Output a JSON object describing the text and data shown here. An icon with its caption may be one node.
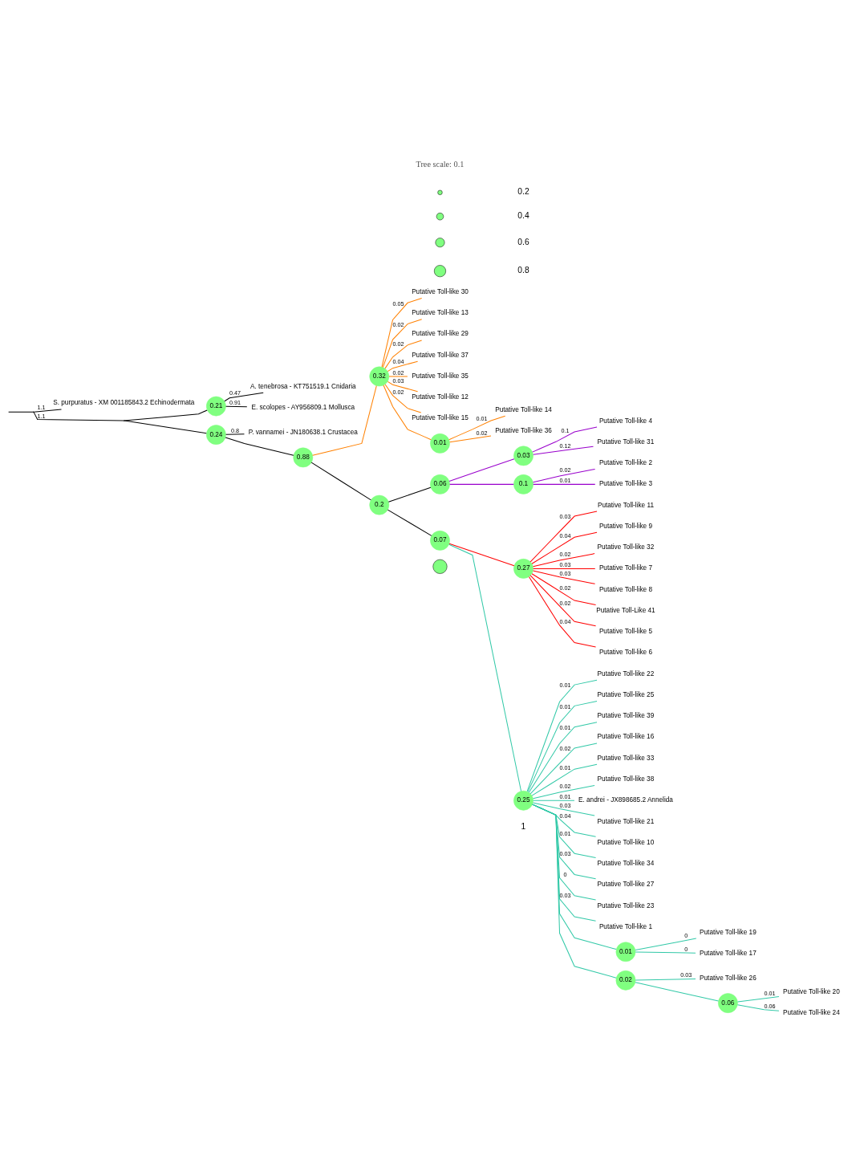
{
  "diagram": {
    "nodes": [
      {
        "text": [],
        "shape": "point"
      },
      {
        "text": [
          "S. purpuratus - XM 001185843.2 Echinodermata"
        ]
      },
      {
        "text": [],
        "shape": "point"
      },
      {
        "text": [
          "0.21"
        ]
      },
      {
        "text": [
          "A. tenebrosa - KT751519.1 Cnidaria"
        ]
      },
      {
        "text": [
          "E. scolopes - AY956809.1 Mollusca"
        ]
      },
      {
        "text": [
          "0.24"
        ]
      },
      {
        "text": [
          "P. vannamei - JN180638.1 Crustacea"
        ]
      },
      {
        "text": [
          "0.88"
        ]
      },
      {
        "text": [
          "0.32"
        ]
      },
      {
        "text": [
          "Putative Toll-like 30"
        ]
      },
      {
        "text": [
          "Putative Toll-like 13"
        ]
      },
      {
        "text": [
          "Putative Toll-like 29"
        ]
      },
      {
        "text": [
          "Putative Toll-like 37"
        ]
      },
      {
        "text": [
          "Putative Toll-like 35"
        ]
      },
      {
        "text": [
          "Putative Toll-like 12"
        ]
      },
      {
        "text": [
          "Putative Toll-like 15"
        ]
      },
      {
        "text": [
          "0.01"
        ]
      },
      {
        "text": [
          "Putative Toll-like 14"
        ]
      },
      {
        "text": [
          "Putative Toll-like 36"
        ]
      },
      {
        "text": [
          "0.2"
        ]
      },
      {
        "text": [
          "0.06"
        ]
      },
      {
        "text": [
          "0.03"
        ]
      },
      {
        "text": [
          "Putative Toll-like 4"
        ]
      },
      {
        "text": [
          "Putative Toll-like 31"
        ]
      },
      {
        "text": [
          "0.1"
        ]
      },
      {
        "text": [
          "Putative Toll-like 2"
        ]
      },
      {
        "text": [
          "Putative Toll-like 3"
        ]
      },
      {
        "text": [
          "0.07"
        ]
      },
      {
        "text": [
          "0.27"
        ]
      },
      {
        "text": [
          "Putative Toll-like 11"
        ]
      },
      {
        "text": [
          "Putative Toll-like 9"
        ]
      },
      {
        "text": [
          "Putative Toll-like 32"
        ]
      },
      {
        "text": [
          "Putative Toll-like 7"
        ]
      },
      {
        "text": [
          "Putative Toll-like 8"
        ]
      },
      {
        "text": [
          "Putative Toll-Like 41"
        ]
      },
      {
        "text": [
          "Putative Toll-like 5"
        ]
      },
      {
        "text": [
          "Putative Toll-like 6"
        ]
      },
      {
        "text": [
          "0.25"
        ]
      },
      {
        "text": [
          "Putative Toll-like 22"
        ]
      },
      {
        "text": [
          "Putative Toll-like 25"
        ]
      },
      {
        "text": [
          "Putative Toll-like 39"
        ]
      },
      {
        "text": [
          "Putative Toll-like 16"
        ]
      },
      {
        "text": [
          "Putative Toll-like 33"
        ]
      },
      {
        "text": [
          "Putative Toll-like 38"
        ]
      },
      {
        "text": [
          "E. andrei - JX898685.2 Annelida"
        ]
      },
      {
        "text": [
          "Putative Toll-like 21"
        ]
      },
      {
        "text": [
          "Putative Toll-like 10"
        ]
      },
      {
        "text": [
          "Putative Toll-like 34"
        ]
      },
      {
        "text": [
          "Putative Toll-like 27"
        ]
      },
      {
        "text": [
          "Putative Toll-like 23"
        ]
      },
      {
        "text": [
          "Putative Toll-like 1"
        ]
      },
      {
        "text": [
          "0.01"
        ]
      },
      {
        "text": [
          "Putative Toll-like 19"
        ]
      },
      {
        "text": [
          "Putative Toll-like 17"
        ]
      },
      {
        "text": [
          "0.02"
        ]
      },
      {
        "text": [
          "Putative Toll-like 26"
        ]
      },
      {
        "text": [
          "0.06"
        ]
      },
      {
        "text": [
          "Putative Toll-like 20"
        ]
      },
      {
        "text": [
          "Putative Toll-like 24"
        ]
      }
    ],
    "edges": [
      {
        "from": null,
        "to": 0,
        "arrow": "none",
        "color": "#000000"
      },
      {
        "from": 0,
        "to": 1,
        "arrow": "none",
        "label": "1.1",
        "color": "#000000"
      },
      {
        "from": 0,
        "to": 2,
        "arrow": "none",
        "label": "1.1",
        "color": "#000000"
      },
      {
        "from": 2,
        "to": 3,
        "arrow": "none",
        "color": "#000000"
      },
      {
        "from": 3,
        "to": 4,
        "arrow": "none",
        "label": "0.47",
        "color": "#000000"
      },
      {
        "from": 3,
        "to": 5,
        "arrow": "none",
        "label": "0.91",
        "color": "#000000"
      },
      {
        "from": 2,
        "to": 6,
        "arrow": "none",
        "color": "#000000"
      },
      {
        "from": 6,
        "to": 7,
        "arrow": "none",
        "label": "0.8",
        "color": "#000000"
      },
      {
        "from": 6,
        "to": 8,
        "arrow": "none",
        "color": "#000000"
      },
      {
        "from": 8,
        "to": 9,
        "arrow": "none",
        "color": "#ff8000"
      },
      {
        "from": 9,
        "to": 10,
        "arrow": "none",
        "label": "0.05",
        "color": "#ff8000"
      },
      {
        "from": 9,
        "to": 11,
        "arrow": "none",
        "label": "0.02",
        "color": "#ff8000"
      },
      {
        "from": 9,
        "to": 12,
        "arrow": "none",
        "label": "0.02",
        "color": "#ff8000"
      },
      {
        "from": 9,
        "to": 13,
        "arrow": "none",
        "label": "0.04",
        "color": "#ff8000"
      },
      {
        "from": 9,
        "to": 14,
        "arrow": "none",
        "label": "0.02",
        "color": "#ff8000"
      },
      {
        "from": 9,
        "to": 15,
        "arrow": "none",
        "label": "0.03",
        "color": "#ff8000"
      },
      {
        "from": 9,
        "to": 16,
        "arrow": "none",
        "label": "0.02",
        "color": "#ff8000"
      },
      {
        "from": 9,
        "to": 17,
        "arrow": "none",
        "color": "#ff8000"
      },
      {
        "from": 17,
        "to": 18,
        "arrow": "none",
        "label": "0.01",
        "color": "#ff8000"
      },
      {
        "from": 17,
        "to": 19,
        "arrow": "none",
        "label": "0.02",
        "color": "#ff8000"
      },
      {
        "from": 8,
        "to": 20,
        "arrow": "none",
        "color": "#000000"
      },
      {
        "from": 20,
        "to": 21,
        "arrow": "none",
        "color": "#000000"
      },
      {
        "from": 21,
        "to": 22,
        "arrow": "none",
        "color": "#9900cc"
      },
      {
        "from": 22,
        "to": 23,
        "arrow": "none",
        "label": "0.1",
        "color": "#9900cc"
      },
      {
        "from": 22,
        "to": 24,
        "arrow": "none",
        "label": "0.12",
        "color": "#9900cc"
      },
      {
        "from": 21,
        "to": 25,
        "arrow": "none",
        "color": "#9900cc"
      },
      {
        "from": 25,
        "to": 26,
        "arrow": "none",
        "label": "0.02",
        "color": "#9900cc"
      },
      {
        "from": 25,
        "to": 27,
        "arrow": "none",
        "label": "0.01",
        "color": "#9900cc"
      },
      {
        "from": 20,
        "to": 28,
        "arrow": "none",
        "color": "#000000"
      },
      {
        "from": 28,
        "to": 29,
        "arrow": "none",
        "color": "#ff0000"
      },
      {
        "from": 29,
        "to": 30,
        "arrow": "none",
        "label": "0.03",
        "color": "#ff0000"
      },
      {
        "from": 29,
        "to": 31,
        "arrow": "none",
        "label": "0.04",
        "color": "#ff0000"
      },
      {
        "from": 29,
        "to": 32,
        "arrow": "none",
        "label": "0.02",
        "color": "#ff0000"
      },
      {
        "from": 29,
        "to": 33,
        "arrow": "none",
        "label": "0.03",
        "color": "#ff0000"
      },
      {
        "from": 29,
        "to": 34,
        "arrow": "none",
        "label": "0.03",
        "color": "#ff0000"
      },
      {
        "from": 29,
        "to": 35,
        "arrow": "none",
        "label": "0.02",
        "color": "#ff0000"
      },
      {
        "from": 29,
        "to": 36,
        "arrow": "none",
        "label": "0.02",
        "color": "#ff0000"
      },
      {
        "from": 29,
        "to": 37,
        "arrow": "none",
        "label": "0.04",
        "color": "#ff0000"
      },
      {
        "from": 28,
        "to": 38,
        "arrow": "none",
        "color": "#33c9a8"
      },
      {
        "from": 38,
        "to": 39,
        "arrow": "none",
        "label": "0.01",
        "color": "#33c9a8"
      },
      {
        "from": 38,
        "to": 40,
        "arrow": "none",
        "label": "0.01",
        "color": "#33c9a8"
      },
      {
        "from": 38,
        "to": 41,
        "arrow": "none",
        "label": "0.01",
        "color": "#33c9a8"
      },
      {
        "from": 38,
        "to": 42,
        "arrow": "none",
        "label": "0.02",
        "color": "#33c9a8"
      },
      {
        "from": 38,
        "to": 43,
        "arrow": "none",
        "label": "0.01",
        "color": "#33c9a8"
      },
      {
        "from": 38,
        "to": 44,
        "arrow": "none",
        "label": "0.02",
        "color": "#33c9a8"
      },
      {
        "from": 38,
        "to": 45,
        "arrow": "none",
        "label": "0.01",
        "color": "#33c9a8"
      },
      {
        "from": 38,
        "to": 46,
        "arrow": "none",
        "label": "0.03",
        "color": "#33c9a8"
      },
      {
        "from": 38,
        "to": 47,
        "arrow": "none",
        "label": "0.04",
        "color": "#33c9a8"
      },
      {
        "from": 38,
        "to": 48,
        "arrow": "none",
        "label": "0.01",
        "color": "#33c9a8"
      },
      {
        "from": 38,
        "to": 49,
        "arrow": "none",
        "label": "0.03",
        "color": "#33c9a8"
      },
      {
        "from": 38,
        "to": 50,
        "arrow": "none",
        "label": "0",
        "color": "#33c9a8"
      },
      {
        "from": 38,
        "to": 51,
        "arrow": "none",
        "label": "0.03",
        "color": "#33c9a8"
      },
      {
        "from": 38,
        "to": 52,
        "arrow": "none",
        "color": "#33c9a8"
      },
      {
        "from": 52,
        "to": 53,
        "arrow": "none",
        "label": "0",
        "color": "#33c9a8"
      },
      {
        "from": 52,
        "to": 54,
        "arrow": "none",
        "label": "0",
        "color": "#33c9a8"
      },
      {
        "from": 38,
        "to": 55,
        "arrow": "none",
        "color": "#33c9a8"
      },
      {
        "from": 55,
        "to": 56,
        "arrow": "none",
        "label": "0.03",
        "color": "#33c9a8"
      },
      {
        "from": 55,
        "to": 57,
        "arrow": "none",
        "color": "#33c9a8"
      },
      {
        "from": 57,
        "to": 58,
        "arrow": "none",
        "label": "0.01",
        "color": "#33c9a8"
      },
      {
        "from": 57,
        "to": 59,
        "arrow": "none",
        "label": "0.06",
        "color": "#33c9a8"
      }
    ],
    "labels": [
      "Tree scale: 0.1"
    ],
    "legend": [
      {
        "text": "0.2"
      },
      {
        "text": "0.4"
      },
      {
        "text": "0.6"
      },
      {
        "text": "0.8"
      },
      {
        "text": "1"
      }
    ]
  }
}
